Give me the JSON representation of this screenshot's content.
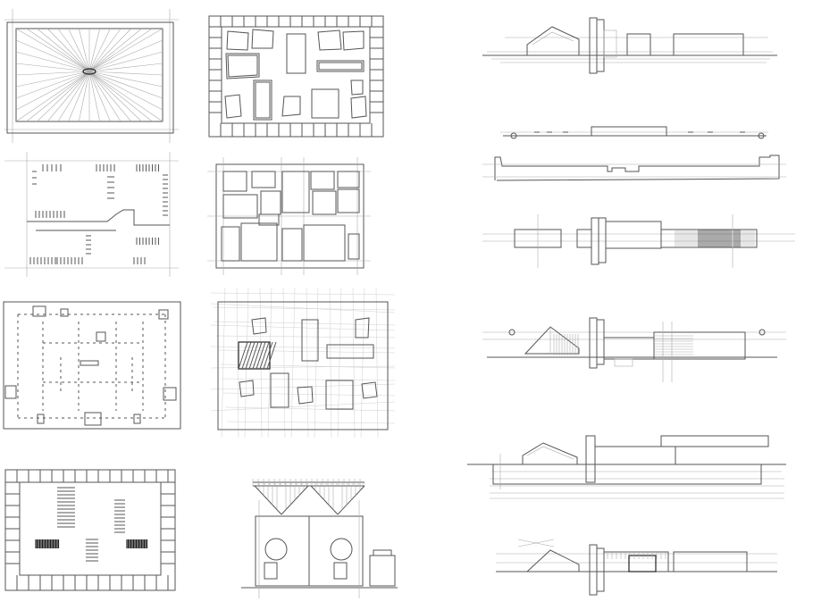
{
  "sheet": {
    "description_visible_text": "",
    "colors": {
      "ink": "#555555",
      "light": "#aaaaaa",
      "background": "#ffffff"
    },
    "panels": [
      "plan-radial-lines",
      "plan-blocks-border",
      "plan-stairs-tick",
      "plan-blocks-grid",
      "plan-dashed-columns",
      "plan-scattered-blocks",
      "plan-border-hatch",
      "section-roof-trusses",
      "elevation-1",
      "elevation-2",
      "elevation-3",
      "elevation-4",
      "elevation-5",
      "elevation-6"
    ]
  }
}
